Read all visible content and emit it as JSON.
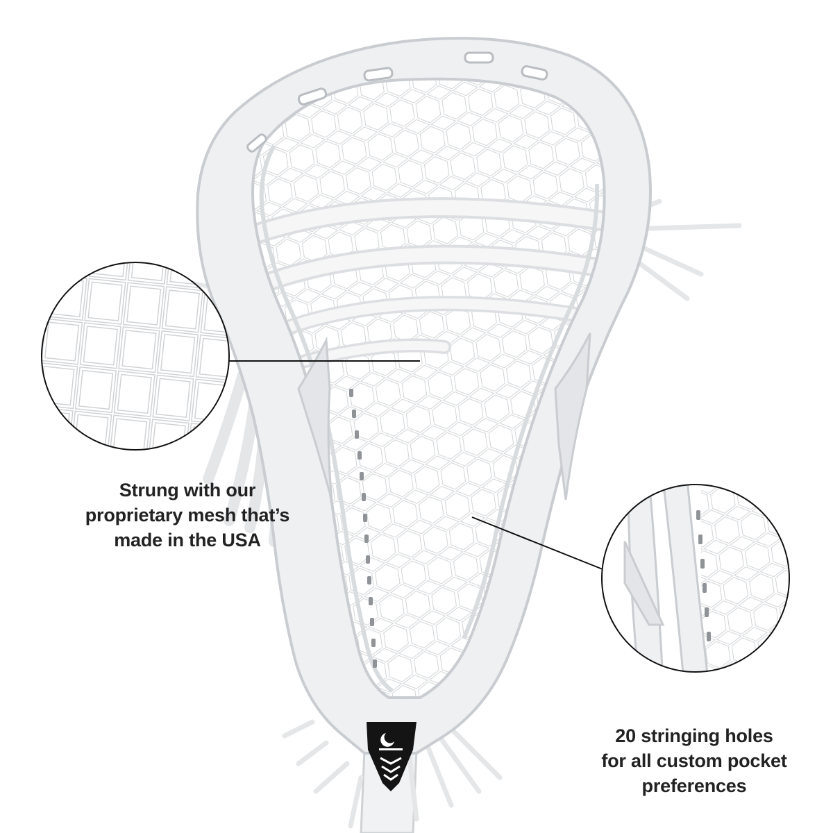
{
  "product": {
    "logo_icon": "savage-crescent-logo-icon",
    "colors": {
      "head": "#eef0f2",
      "head_shadow": "#c9ccd0",
      "mesh": "#f7f7f7",
      "mesh_outline": "#cfd1d4",
      "badge": "#141414",
      "callout_line": "#111111"
    }
  },
  "callouts": {
    "mesh": {
      "lines": [
        "Strung with our",
        "proprietary mesh that’s",
        "made in the USA"
      ]
    },
    "holes": {
      "lines": [
        "20 stringing holes",
        "for all custom pocket",
        "preferences"
      ]
    }
  }
}
